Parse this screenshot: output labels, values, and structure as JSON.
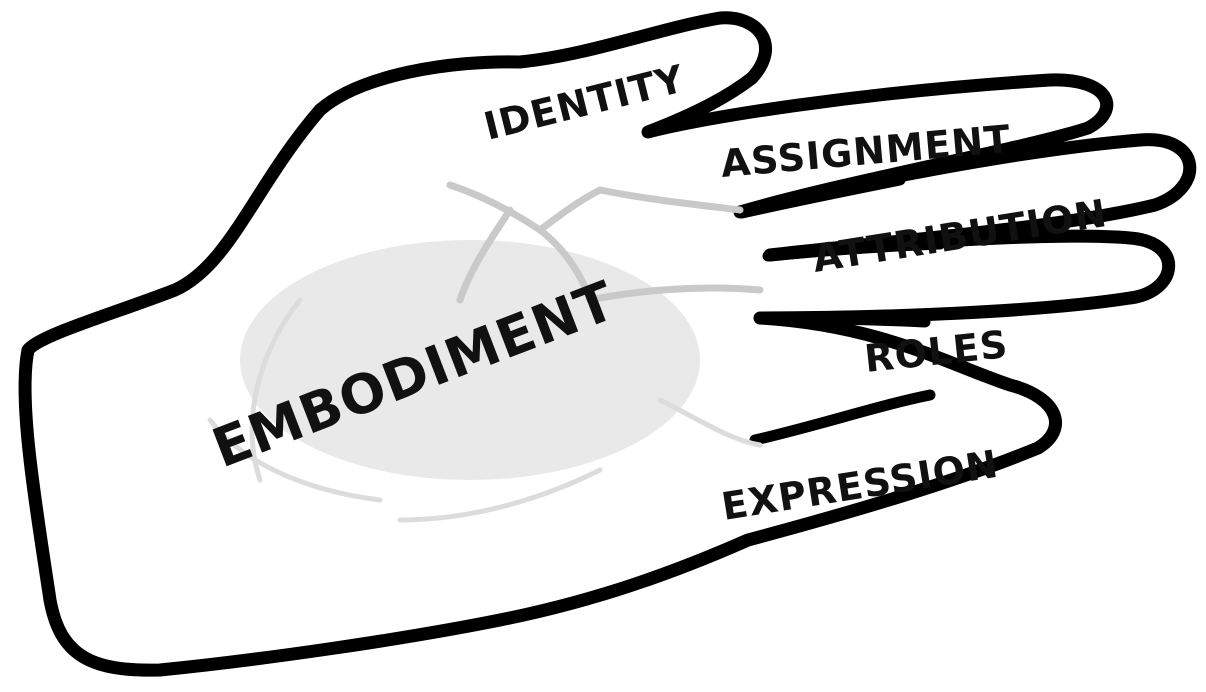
{
  "diagram": {
    "palm_label": "EMBODIMENT",
    "finger_labels": {
      "thumb": "IDENTITY",
      "index": "ASSIGNMENT",
      "middle": "ATTRIBUTION",
      "ring": "ROLES",
      "pinky": "EXPRESSION"
    },
    "colors": {
      "outline": "#000000",
      "fill": "#ffffff",
      "texture": "#c9c9c9"
    }
  }
}
